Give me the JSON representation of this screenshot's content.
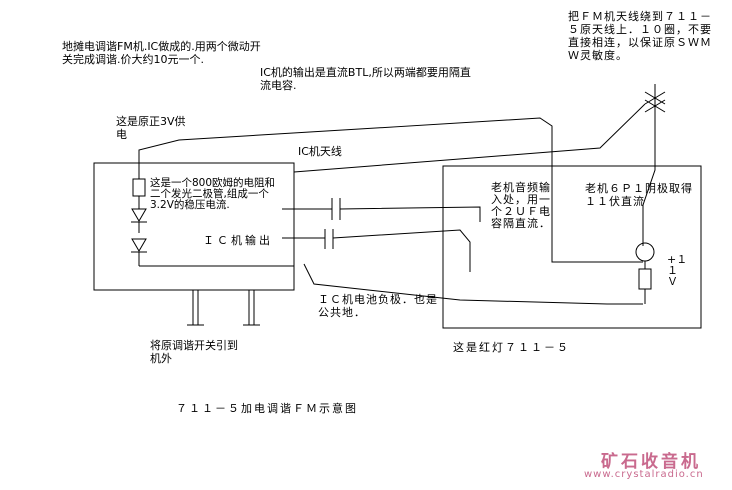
{
  "notes": {
    "top_left": "地摊电调谐FM机.IC做成的.用两个微动开关完成调谐.价大约10元一个.",
    "btl": "IC机的输出是直流BTL,所以两端都要用隔直流电容.",
    "antenna": "把ＦＭ机天线绕到７１１－５原天线上．１０圈，不要直接相连，以保证原ＳＷＭＷ灵敏度。"
  },
  "labels": {
    "orig_3v": "这是原正3V供电",
    "ic_antenna": "IC机天线",
    "regulator": "这是一个800欧姆的电阻和二个发光二极管,组成一个3.2V的稳压电流.",
    "ic_output": "ＩＣ机输出",
    "audio_input": "老机音频输入处，用一个２ＵＦ电容隔直流．",
    "tube_6p1": "老机６Ｐ１阴极取得１１伏直流",
    "plus_11v": "+１１Ｖ",
    "ic_ground": "ＩＣ机电池负极．也是公共地．",
    "switch_note": "将原调谐开关引到机外",
    "set_711": "这是红灯７１１－５"
  },
  "caption": "７１１－５加电调谐ＦＭ示意图",
  "watermark": {
    "logo_text": "矿石收音机",
    "url": "www.crystalradio.cn"
  }
}
